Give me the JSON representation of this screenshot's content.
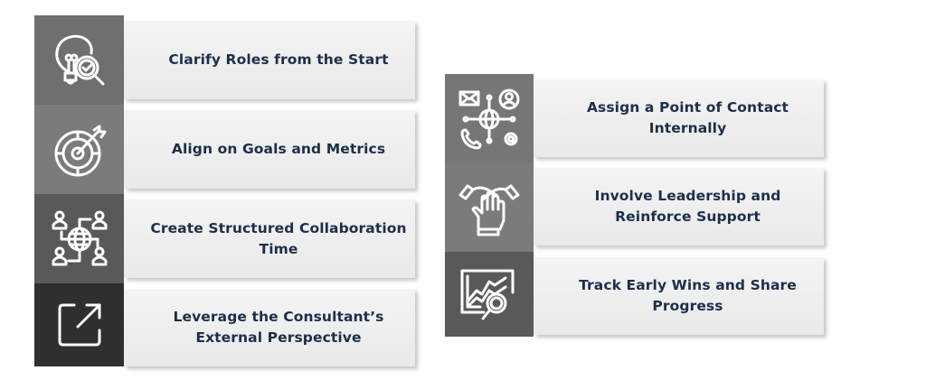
{
  "left_column": [
    {
      "label": "Clarify Roles from the Start",
      "icon": "lightbulb-check-icon",
      "color": "#6f6f6f"
    },
    {
      "label": "Align on Goals and Metrics",
      "icon": "target-arrow-icon",
      "color": "#7b7b7b"
    },
    {
      "label": "Create Structured Collaboration Time",
      "icon": "globe-network-people-icon",
      "color": "#595959"
    },
    {
      "label": "Leverage the Consultant’s External Perspective",
      "icon": "external-link-icon",
      "color": "#2f2f2f"
    }
  ],
  "right_column": [
    {
      "label": "Assign a Point of Contact Internally",
      "icon": "contact-network-icon",
      "color": "#767676"
    },
    {
      "label": "Involve Leadership and Reinforce Support",
      "icon": "hands-together-icon",
      "color": "#7b7b7b"
    },
    {
      "label": "Track Early Wins and Share Progress",
      "icon": "chart-magnifier-icon",
      "color": "#595959"
    }
  ],
  "colors": {
    "text": "#1c2f4a",
    "card": "#eeeeee"
  }
}
